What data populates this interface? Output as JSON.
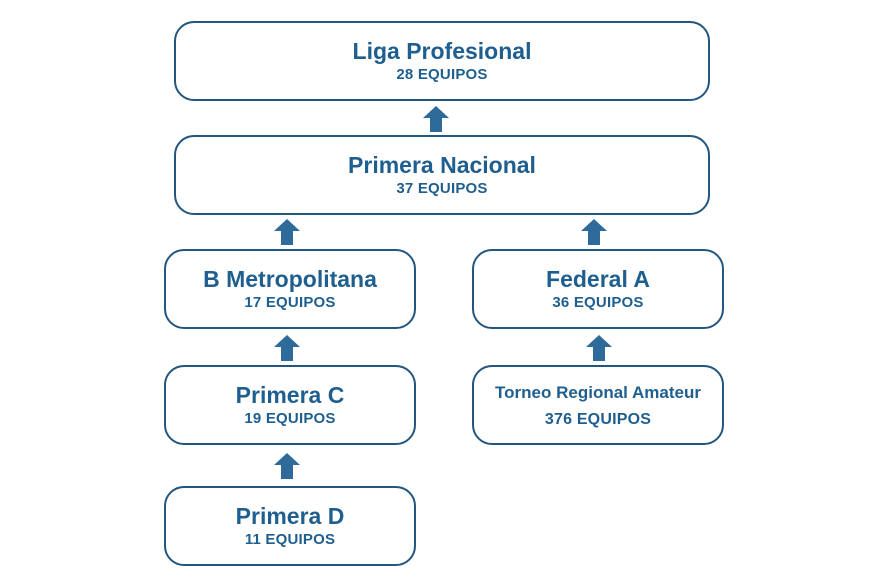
{
  "diagram": {
    "colors": {
      "border": "#22567f",
      "text": "#1f5f8f",
      "arrow": "#2e6a9a",
      "background": "#ffffff"
    },
    "nodes": {
      "liga_profesional": {
        "name": "Liga Profesional",
        "count": "28 EQUIPOS"
      },
      "primera_nacional": {
        "name": "Primera Nacional",
        "count": "37 EQUIPOS"
      },
      "b_metropolitana": {
        "name": "B Metropolitana",
        "count": "17 EQUIPOS"
      },
      "federal_a": {
        "name": "Federal A",
        "count": "36 EQUIPOS"
      },
      "primera_c": {
        "name": "Primera C",
        "count": "19 EQUIPOS"
      },
      "torneo_regional_amateur": {
        "name": "Torneo Regional Amateur",
        "count": "376 EQUIPOS"
      },
      "primera_d": {
        "name": "Primera D",
        "count": "11 EQUIPOS"
      }
    },
    "edges": [
      {
        "from": "primera_nacional",
        "to": "liga_profesional",
        "icon": "arrow-up-icon"
      },
      {
        "from": "b_metropolitana",
        "to": "primera_nacional",
        "icon": "arrow-up-icon"
      },
      {
        "from": "federal_a",
        "to": "primera_nacional",
        "icon": "arrow-up-icon"
      },
      {
        "from": "primera_c",
        "to": "b_metropolitana",
        "icon": "arrow-up-icon"
      },
      {
        "from": "torneo_regional_amateur",
        "to": "federal_a",
        "icon": "arrow-up-icon"
      },
      {
        "from": "primera_d",
        "to": "primera_c",
        "icon": "arrow-up-icon"
      }
    ]
  }
}
